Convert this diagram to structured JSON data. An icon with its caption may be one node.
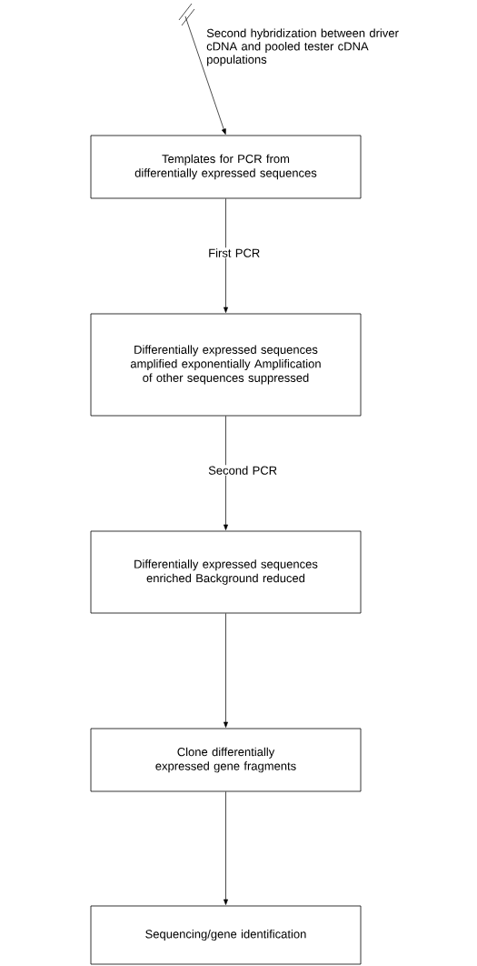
{
  "diagram": {
    "nodes": [
      {
        "text": [
          "Templates for PCR from differentially expressed sequences"
        ]
      },
      {
        "text": [
          "Differentially expressed sequences amplified exponentially Amplification of other sequences suppressed"
        ]
      },
      {
        "text": [
          "Differentially expressed sequences enriched Background reduced"
        ]
      },
      {
        "text": [
          "Clone differentially expressed gene fragments"
        ]
      },
      {
        "text": [
          "Sequencing/gene identification"
        ]
      }
    ],
    "edges": [
      {
        "from": null,
        "to": 0,
        "arrow": "to",
        "label": "Second hybridization between driver cDNA and pooled tester cDNA populations"
      },
      {
        "from": 0,
        "to": 1,
        "arrow": "to",
        "label": "First PCR"
      },
      {
        "from": 1,
        "to": 2,
        "arrow": "to",
        "label": "Second PCR"
      },
      {
        "from": 2,
        "to": 3,
        "arrow": "to"
      },
      {
        "from": 3,
        "to": 4,
        "arrow": "to"
      }
    ]
  }
}
